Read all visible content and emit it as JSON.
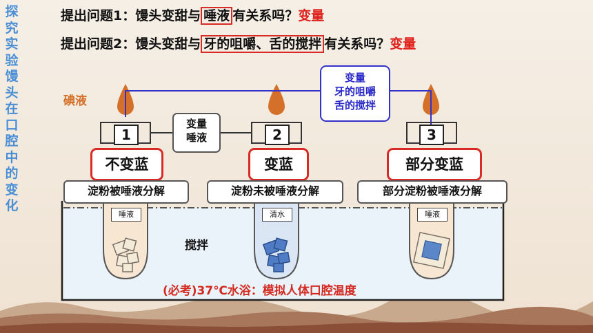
{
  "side_title": [
    "探",
    "究",
    "实",
    "验",
    "馒",
    "头",
    "在",
    "口",
    "腔",
    "中",
    "的",
    "变",
    "化"
  ],
  "question1": {
    "text": "提出问题1：馒头变甜与",
    "boxed": "唾液",
    "rest": "有关系吗？",
    "var": "变量"
  },
  "question2": {
    "text": "提出问题2：馒头变甜与",
    "boxed": "牙的咀嚼、舌的搅拌",
    "rest": "有关系吗？",
    "var": "变量"
  },
  "iodine_label": "碘液",
  "var_box_left": {
    "line1": "变量",
    "line2": "唾液"
  },
  "var_box_top": {
    "line1": "变量",
    "line2": "牙的咀嚼",
    "line3": "舌的搅拌"
  },
  "tubes": [
    {
      "num": "1",
      "result": "不变蓝",
      "desc": "淀粉被唾液分解",
      "tag": "唾液"
    },
    {
      "num": "2",
      "result": "变蓝",
      "desc": "淀粉未被唾液分解",
      "tag": "清水"
    },
    {
      "num": "3",
      "result": "部分变蓝",
      "desc": "部分淀粉被唾液分解",
      "tag": "唾液"
    }
  ],
  "stir_label": "搅拌",
  "bath_label": "(必考)37℃水浴：模拟人体口腔温度",
  "colors": {
    "accent_red": "#e0201b",
    "title_blue": "#4a8fd6",
    "iodine": "#d4702a",
    "var_blue": "#2828c8"
  }
}
